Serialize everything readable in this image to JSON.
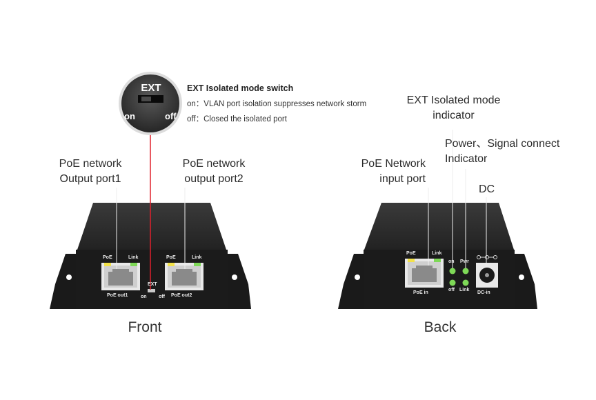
{
  "callout": {
    "badge_title": "EXT",
    "badge_on": "on",
    "badge_off": "off",
    "title": "EXT Isolated mode switch",
    "on_line": "on：VLAN port isolation suppresses network storm",
    "off_line": "off：Closed the isolated port"
  },
  "front": {
    "label_port1_line1": "PoE network",
    "label_port1_line2": "Output port1",
    "label_port2_line1": "PoE network",
    "label_port2_line2": "output port2",
    "port1_led_poe": "PoE",
    "port1_led_link": "Link",
    "port1_name": "PoE out1",
    "port2_led_poe": "PoE",
    "port2_led_link": "Link",
    "port2_name": "PoE out2",
    "switch_label": "EXT",
    "switch_on": "on",
    "switch_off": "off",
    "caption": "Front"
  },
  "back": {
    "label_ext_line1": "EXT Isolated mode",
    "label_ext_line2": "indicator",
    "label_power_line1": "Power、Signal connect",
    "label_power_line2": "Indicator",
    "label_input_line1": "PoE Network",
    "label_input_line2": "input port",
    "label_dc": "DC",
    "port_led_poe": "PoE",
    "port_led_link": "Link",
    "port_name": "PoE in",
    "led_on": "on",
    "led_pwr": "Pwr",
    "led_off": "off",
    "led_link": "Link",
    "dc_name": "DC-in",
    "caption": "Back"
  },
  "colors": {
    "device_body": "#1b1b1b",
    "device_top": "#2e2e2e",
    "callout_line": "#e0202c",
    "led_green": "#7ed957",
    "led_yellow": "#f2e14a"
  }
}
